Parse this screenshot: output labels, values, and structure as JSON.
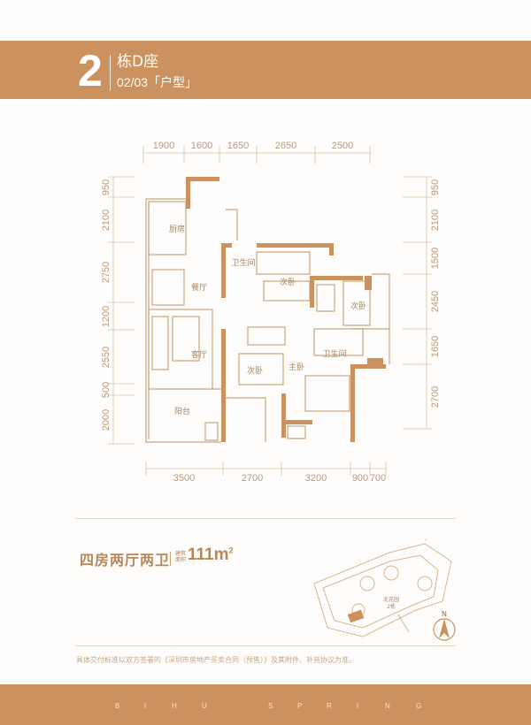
{
  "header": {
    "building_number": "2",
    "building_label": "栋D座",
    "page_indicator": "02/03「户型」",
    "color": "#cb915e"
  },
  "floorplan": {
    "top_dimensions": [
      "1900",
      "1600",
      "1650",
      "2650",
      "2500"
    ],
    "bottom_dimensions": [
      "3500",
      "2700",
      "3200",
      "900",
      "700"
    ],
    "left_dimensions": [
      "950",
      "2100",
      "2750",
      "1200",
      "2550",
      "500",
      "2000"
    ],
    "right_dimensions": [
      "950",
      "2100",
      "1500",
      "2450",
      "1650",
      "2700"
    ],
    "rooms": {
      "kitchen": "厨房",
      "dining": "餐厅",
      "living": "客厅",
      "balcony": "阳台",
      "bath1": "卫生间",
      "bed2": "次卧",
      "bed3": "次卧",
      "bed4": "次卧",
      "master": "主卧",
      "bath2": "卫生间"
    },
    "wall_color": "#cb915e"
  },
  "unit": {
    "type": "四房两厅两卫",
    "area_label": "建筑面积",
    "area_value": "111m",
    "area_unit_sup": "2"
  },
  "site_map": {
    "garden_label": "北花园",
    "building_label": "2栋",
    "compass": "N"
  },
  "disclaimer": "具体交付标准以双方签署的《深圳市房地产买卖合同（预售）》及其附件、补充协议为准。",
  "footer": {
    "brand_letters": [
      "B",
      "I",
      "H",
      "U",
      "S",
      "P",
      "R",
      "I",
      "N",
      "G"
    ]
  }
}
